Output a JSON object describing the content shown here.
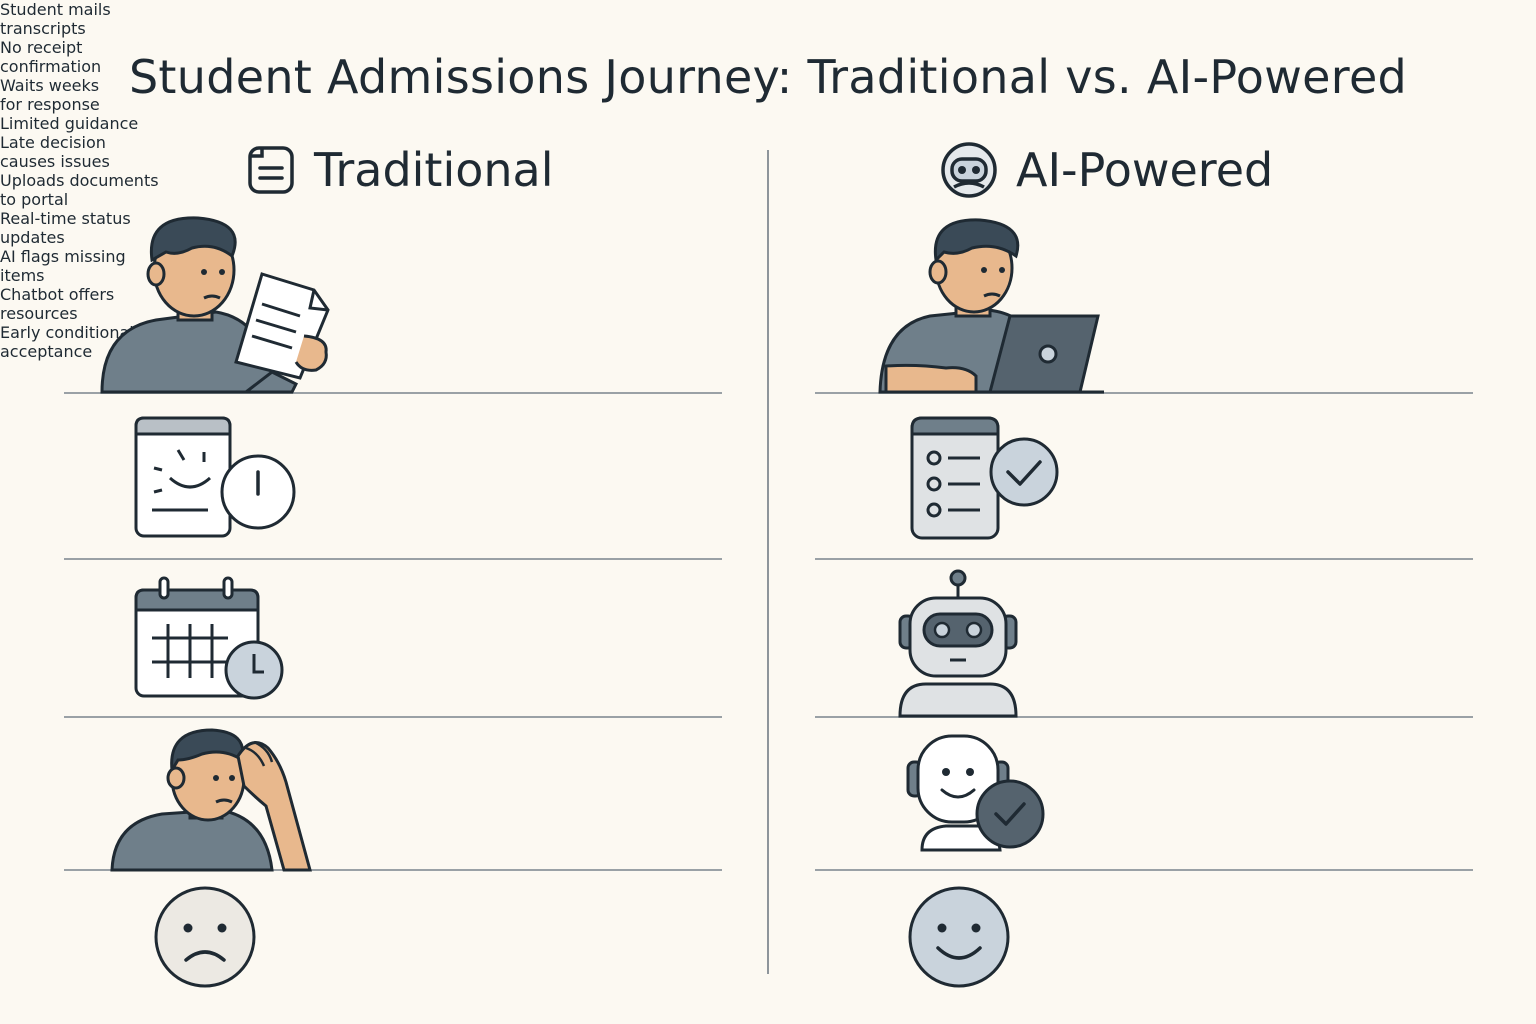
{
  "title": "Student Admissions Journey: Traditional vs. AI-Powered",
  "columns": {
    "traditional": {
      "heading": "Traditional",
      "heading_icon": "document-icon",
      "steps": [
        {
          "text_line1": "Student mails",
          "text_line2": "transcripts",
          "icon": "student-mailing-paper-icon"
        },
        {
          "text_line1": "No receipt",
          "text_line2": "confirmation",
          "icon": "document-clock-icon"
        },
        {
          "text_line1": "Waits weeks",
          "text_line2": "for response",
          "icon": "calendar-clock-icon"
        },
        {
          "text_line1": "Limited guidance",
          "text_line2": "",
          "icon": "confused-student-icon"
        },
        {
          "text_line1": "Late decision",
          "text_line2": "causes issues",
          "icon": "sad-face-icon"
        }
      ]
    },
    "ai": {
      "heading": "AI-Powered",
      "heading_icon": "robot-head-icon",
      "steps": [
        {
          "text_line1": "Uploads documents",
          "text_line2": "to portal",
          "icon": "student-laptop-icon"
        },
        {
          "text_line1": "Real-time status",
          "text_line2": "updates",
          "icon": "checklist-check-icon"
        },
        {
          "text_line1": "AI flags missing",
          "text_line2": "items",
          "icon": "robot-icon"
        },
        {
          "text_line1": "Chatbot offers",
          "text_line2": "resources",
          "icon": "chatbot-check-icon"
        },
        {
          "text_line1": "Early conditional",
          "text_line2": "acceptance",
          "icon": "happy-face-icon"
        }
      ]
    }
  },
  "colors": {
    "background": "#fcf9f2",
    "ink": "#1f2a33",
    "skin": "#e8b88d",
    "shirt": "#6f7f8a",
    "hair": "#3a4a57",
    "accent_light": "#c9d3dc",
    "divider": "#9aa1a6"
  }
}
